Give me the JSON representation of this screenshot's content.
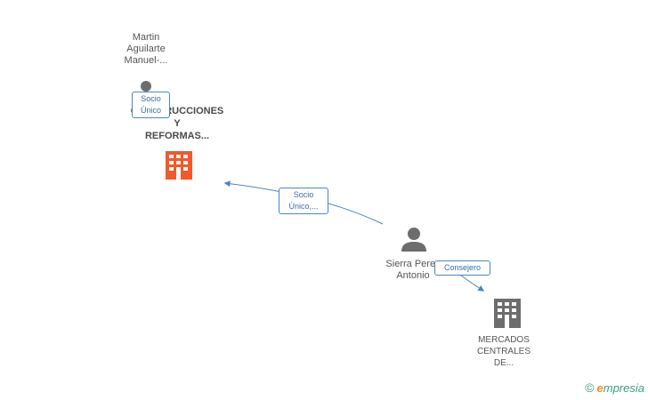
{
  "nodes": {
    "person_martin": {
      "label": "Martin\nAguilarte\nManuel-..."
    },
    "company_construcciones": {
      "label": "CONSTRUCCIONES\nY\nREFORMAS..."
    },
    "person_sierra": {
      "label": "Sierra Perez\nAntonio"
    },
    "company_mercados": {
      "label": "MERCADOS\nCENTRALES\nDE..."
    }
  },
  "edges": {
    "martin_to_construcciones": {
      "label": "Socio\nÚnico"
    },
    "sierra_to_construcciones": {
      "label": "Socio\nÚnico,..."
    },
    "sierra_to_mercados": {
      "label": "Consejero"
    }
  },
  "brand": {
    "copyright": "©",
    "initial": "e",
    "rest": "mpresia"
  },
  "colors": {
    "person_icon": "#6d6d6d",
    "company_highlight": "#f15a2b",
    "company_default": "#6d6d6d",
    "edge_line": "#4a86c6"
  }
}
